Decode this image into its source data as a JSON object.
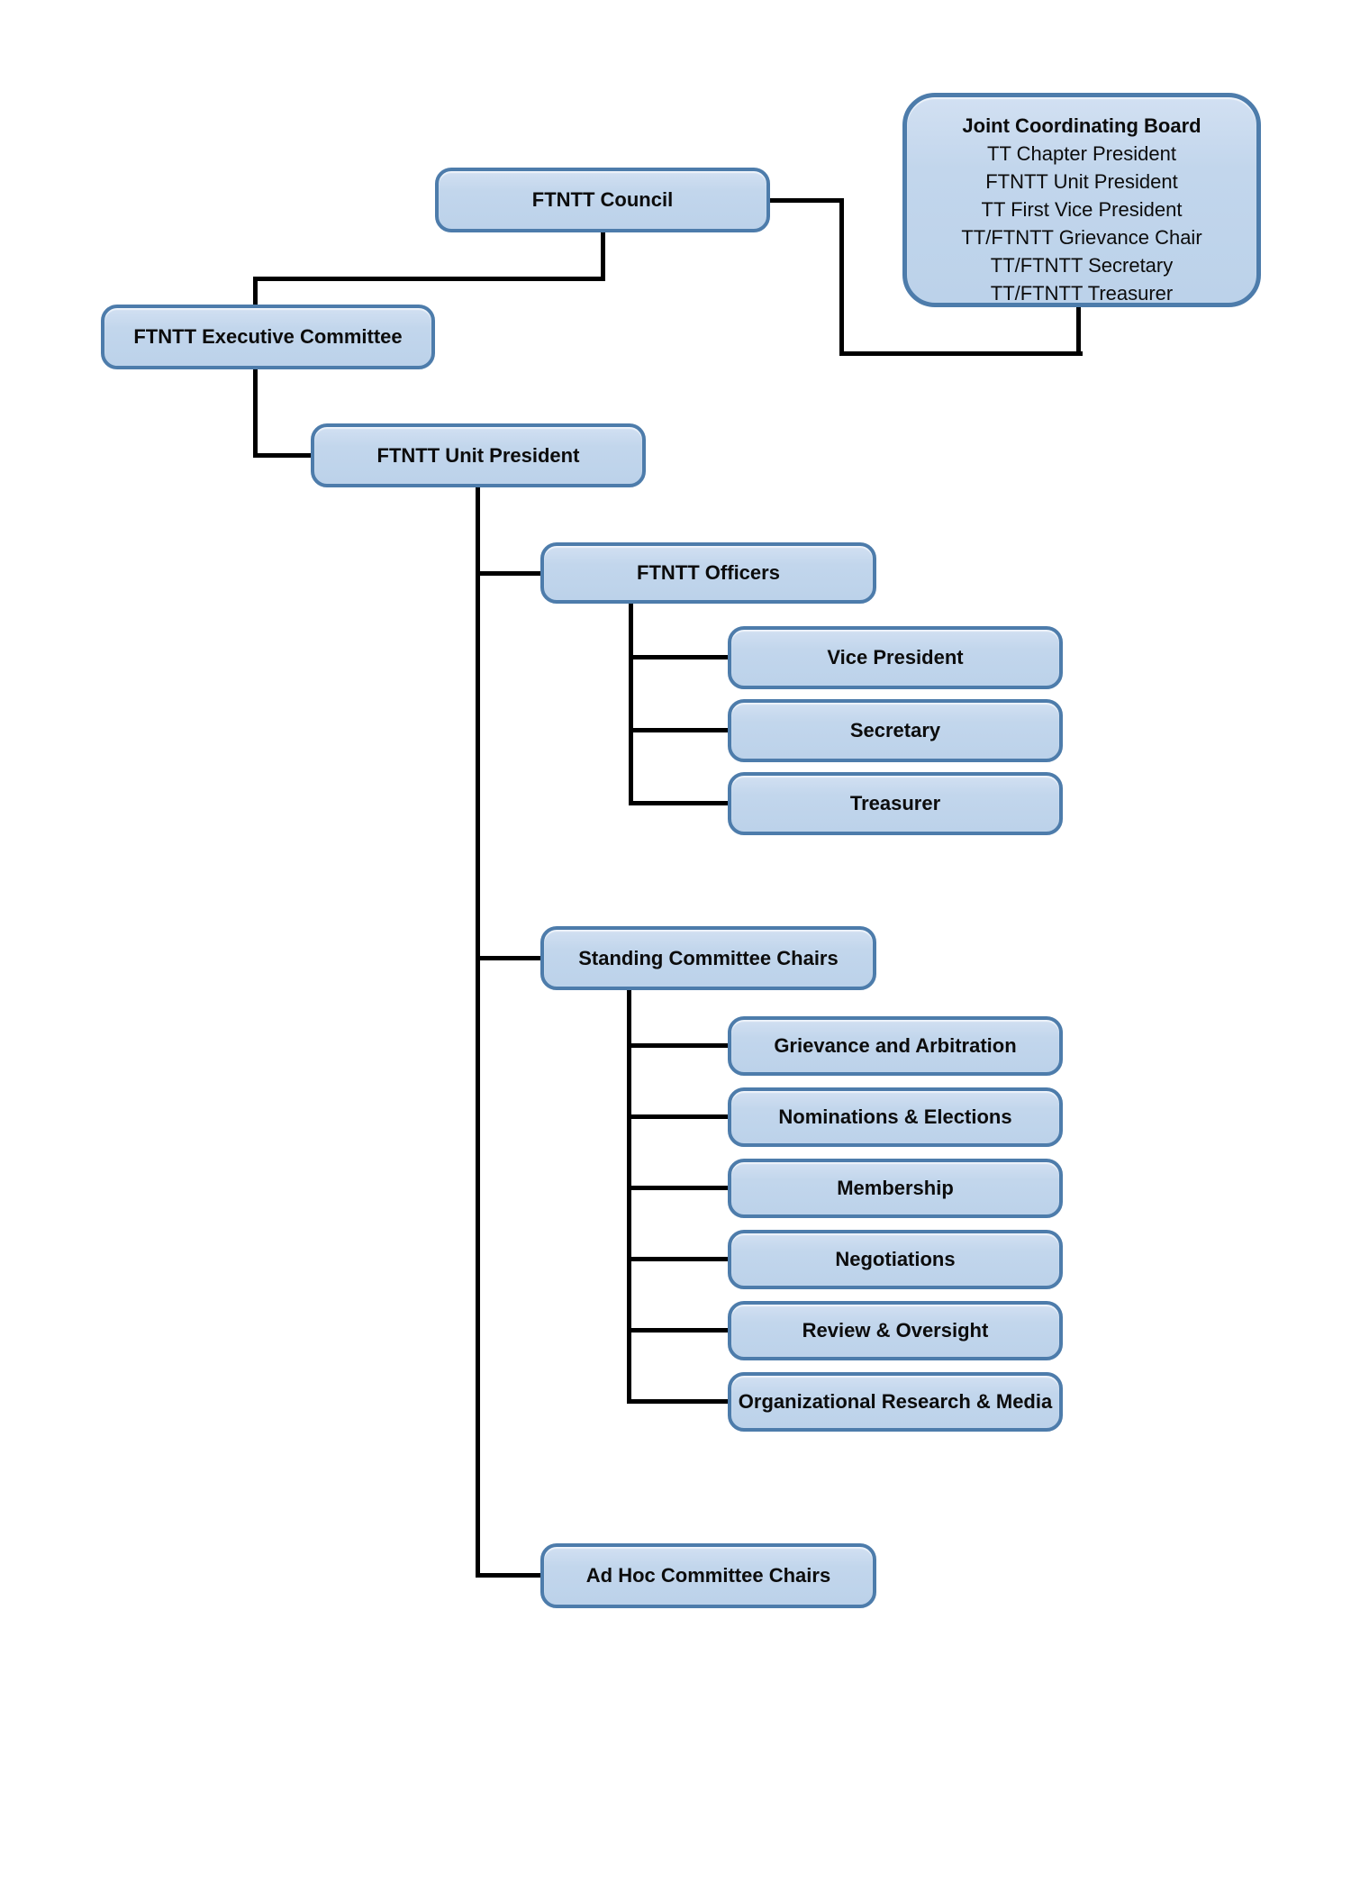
{
  "colors": {
    "background": "#ffffff",
    "node_fill": "#c2d6ec",
    "node_border": "#4d7cab",
    "connector": "#000000",
    "text": "#0c0c0c"
  },
  "nodes": {
    "council": {
      "label": "FTNTT Council"
    },
    "joint_board": {
      "title": "Joint Coordinating Board",
      "members": [
        "TT Chapter President",
        "FTNTT Unit President",
        "TT First Vice President",
        "TT/FTNTT Grievance Chair",
        "TT/FTNTT Secretary",
        "TT/FTNTT Treasurer"
      ]
    },
    "exec_committee": {
      "label": "FTNTT Executive Committee"
    },
    "unit_president": {
      "label": "FTNTT Unit President"
    },
    "officers": {
      "label": "FTNTT Officers"
    },
    "vice_president": {
      "label": "Vice President"
    },
    "secretary": {
      "label": "Secretary"
    },
    "treasurer": {
      "label": "Treasurer"
    },
    "standing_chairs": {
      "label": "Standing Committee Chairs"
    },
    "grievance": {
      "label": "Grievance and Arbitration"
    },
    "nominations": {
      "label": "Nominations & Elections"
    },
    "membership": {
      "label": "Membership"
    },
    "negotiations": {
      "label": "Negotiations"
    },
    "review": {
      "label": "Review & Oversight"
    },
    "org_research": {
      "label": "Organizational Research & Media"
    },
    "ad_hoc": {
      "label": "Ad Hoc Committee Chairs"
    }
  },
  "edges": [
    {
      "from": "council",
      "to": "joint_board"
    },
    {
      "from": "council",
      "to": "exec_committee"
    },
    {
      "from": "exec_committee",
      "to": "unit_president"
    },
    {
      "from": "unit_president",
      "to": "officers"
    },
    {
      "from": "officers",
      "to": "vice_president"
    },
    {
      "from": "officers",
      "to": "secretary"
    },
    {
      "from": "officers",
      "to": "treasurer"
    },
    {
      "from": "unit_president",
      "to": "standing_chairs"
    },
    {
      "from": "standing_chairs",
      "to": "grievance"
    },
    {
      "from": "standing_chairs",
      "to": "nominations"
    },
    {
      "from": "standing_chairs",
      "to": "membership"
    },
    {
      "from": "standing_chairs",
      "to": "negotiations"
    },
    {
      "from": "standing_chairs",
      "to": "review"
    },
    {
      "from": "standing_chairs",
      "to": "org_research"
    },
    {
      "from": "unit_president",
      "to": "ad_hoc"
    }
  ]
}
